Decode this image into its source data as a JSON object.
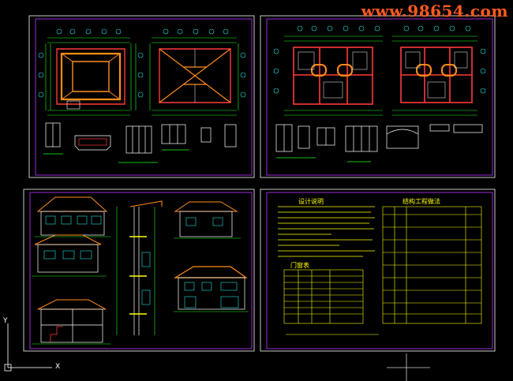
{
  "watermark": "www.98654.com",
  "ucs": {
    "y_label": "Y",
    "x_label": "X"
  },
  "sheet4": {
    "title_left": "设计说明",
    "title_right": "结构工程做法",
    "table_title": "门窗表"
  },
  "colors": {
    "background": "#000000",
    "sheet_border": "#c7c7c7",
    "frame": "#9d2bd6",
    "walls": "#ff3a3a",
    "roof": "#ff8c1a",
    "dims": "#1aff1a",
    "grid": "#22e0e0",
    "text": "#ffff00",
    "watermark": "#ff5a1f"
  }
}
